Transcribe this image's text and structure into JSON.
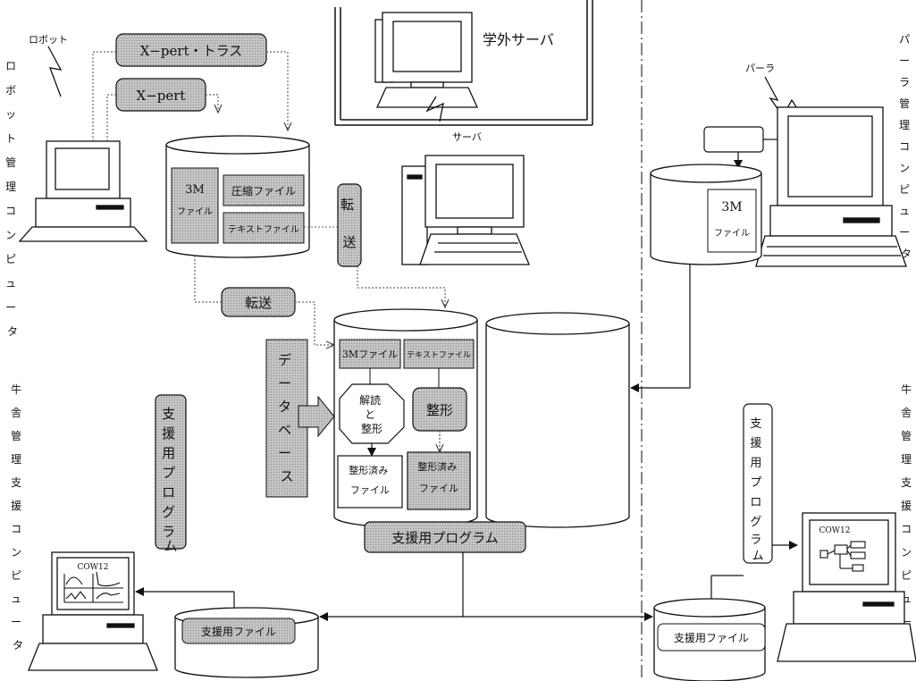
{
  "external_server": {
    "label": "学外サーバ"
  },
  "server": {
    "label": "サーバ"
  },
  "robot": {
    "label": "ロボット",
    "computer_label": "ロボット管理コンピュータ",
    "programs": [
      "X−pert・トラス",
      "X−pert"
    ]
  },
  "robot_storage": {
    "file_3m_top": "3M",
    "file_3m_bottom": "ファイル",
    "compressed_file": "圧縮ファイル",
    "text_file": "テキストファイル"
  },
  "transfer": {
    "vertical": "転送",
    "horizontal": "転送"
  },
  "parlor": {
    "label": "パーラ",
    "computer_label": "パーラ管理コンピュータ",
    "file_3m_top": "3M",
    "file_3m_bottom": "ファイル"
  },
  "database": {
    "label": "データベース",
    "file_3m": "3Mファイル",
    "text_file": "テキストファイル",
    "decode_format": [
      "解読",
      "と",
      "整形"
    ],
    "format": "整形",
    "formatted_file_a": [
      "整形済み",
      "ファイル"
    ],
    "formatted_file_b": [
      "整形済み",
      "ファイル"
    ],
    "support_program": "支援用プログラム"
  },
  "barn_left": {
    "computer_label": "牛舎管理支援コンピュータ",
    "support_program": "支援用プログラム",
    "support_file": "支援用ファイル",
    "screen_title": "COW12"
  },
  "barn_right": {
    "computer_label": "牛舎管理支援コンピュータ",
    "support_program": "支援用プログラム",
    "support_file": "支援用ファイル",
    "screen_title": "COW12"
  }
}
